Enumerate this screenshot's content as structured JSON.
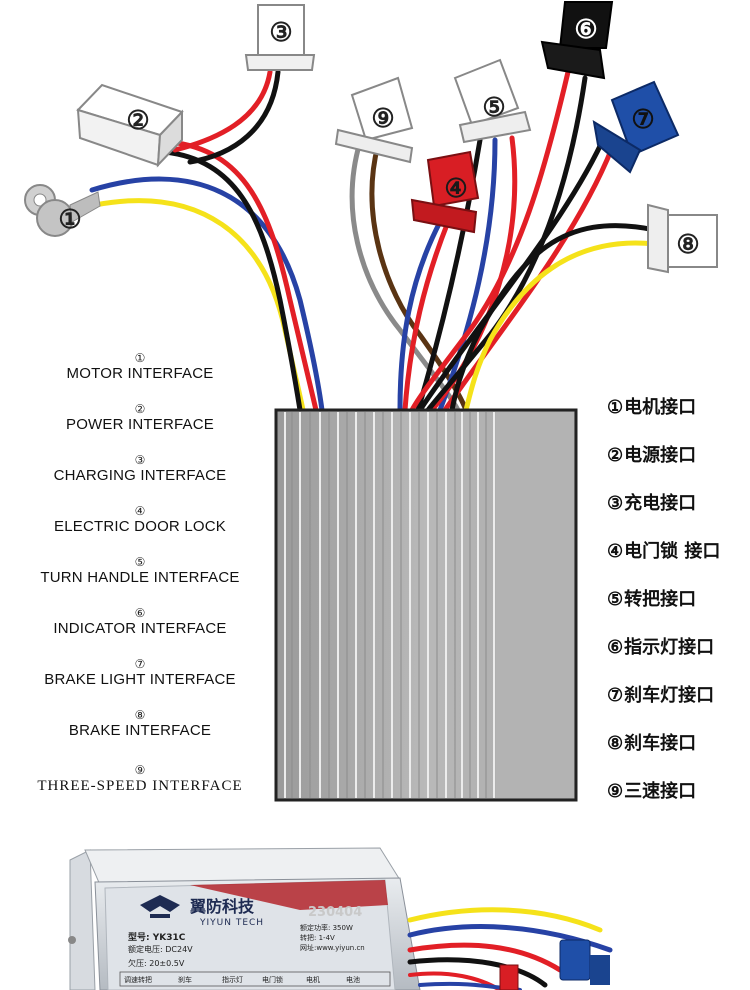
{
  "labels_en": [
    {
      "num": "①",
      "text": "MOTOR INTERFACE"
    },
    {
      "num": "②",
      "text": "POWER INTERFACE"
    },
    {
      "num": "③",
      "text": "CHARGING INTERFACE"
    },
    {
      "num": "④",
      "text": "ELECTRIC DOOR LOCK"
    },
    {
      "num": "⑤",
      "text": "TURN HANDLE INTERFACE"
    },
    {
      "num": "⑥",
      "text": "INDICATOR INTERFACE"
    },
    {
      "num": "⑦",
      "text": "BRAKE LIGHT INTERFACE"
    },
    {
      "num": "⑧",
      "text": "BRAKE INTERFACE"
    },
    {
      "num": "⑨",
      "text": "THREE-SPEED INTERFACE"
    }
  ],
  "labels_cn": [
    {
      "num": "①",
      "text": "电机接口"
    },
    {
      "num": "②",
      "text": "电源接口"
    },
    {
      "num": "③",
      "text": "充电接口"
    },
    {
      "num": "④",
      "text": "电门锁 接口"
    },
    {
      "num": "⑤",
      "text": "转把接口"
    },
    {
      "num": "⑥",
      "text": "指示灯接口"
    },
    {
      "num": "⑦",
      "text": "刹车灯接口"
    },
    {
      "num": "⑧",
      "text": "刹车接口"
    },
    {
      "num": "⑨",
      "text": "三速接口"
    }
  ],
  "connectors": [
    {
      "num": "①",
      "color": "#c8c8c8"
    },
    {
      "num": "②",
      "color": "#f4f4f4"
    },
    {
      "num": "③",
      "color": "#f4f4f4"
    },
    {
      "num": "④",
      "color": "#d81e24"
    },
    {
      "num": "⑤",
      "color": "#f4f4f4"
    },
    {
      "num": "⑥",
      "color": "#111111"
    },
    {
      "num": "⑦",
      "color": "#1f4fa8"
    },
    {
      "num": "⑧",
      "color": "#f4f4f4"
    },
    {
      "num": "⑨",
      "color": "#f4f4f4"
    }
  ],
  "wire_colors": {
    "red": "#e21f26",
    "black": "#111111",
    "blue": "#2742a5",
    "yellow": "#f5e21a",
    "gray": "#8a8a8a",
    "brown": "#5a3413"
  },
  "controller_photo": {
    "brand_cn": "翼防科技",
    "brand_en": "YIYUN TECH",
    "model": "型号: YK31C",
    "voltage": "额定电压: DC24V",
    "undervoltage": "欠压: 20±0.5V",
    "power": "额定功率: 350W",
    "throttle": "转把: 1-4V",
    "website": "网址:www.yiyun.cn",
    "batch": "230404",
    "table_headers": [
      "调速转把",
      "刹车",
      "指示灯",
      "电门锁",
      "电机",
      "电池"
    ]
  }
}
